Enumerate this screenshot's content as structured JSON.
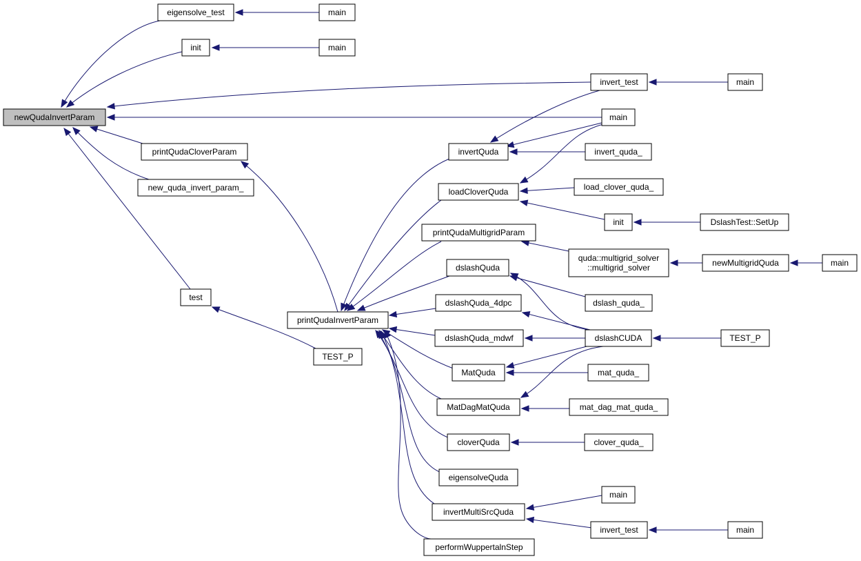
{
  "graph": {
    "nodes": [
      {
        "id": "newQudaInvertParam",
        "lines": [
          "newQudaInvertParam"
        ],
        "root": true
      },
      {
        "id": "eigensolve_test",
        "lines": [
          "eigensolve_test"
        ]
      },
      {
        "id": "main_eig",
        "lines": [
          "main"
        ]
      },
      {
        "id": "init_a",
        "lines": [
          "init"
        ]
      },
      {
        "id": "main_init",
        "lines": [
          "main"
        ]
      },
      {
        "id": "invert_test_a",
        "lines": [
          "invert_test"
        ]
      },
      {
        "id": "main_inv_a",
        "lines": [
          "main"
        ]
      },
      {
        "id": "main_direct",
        "lines": [
          "main"
        ]
      },
      {
        "id": "printQudaCloverParam",
        "lines": [
          "printQudaCloverParam"
        ]
      },
      {
        "id": "new_quda_invert_param_",
        "lines": [
          "new_quda_invert_param_"
        ]
      },
      {
        "id": "test",
        "lines": [
          "test"
        ]
      },
      {
        "id": "TEST_P_a",
        "lines": [
          "TEST_P"
        ]
      },
      {
        "id": "printQudaInvertParam",
        "lines": [
          "printQudaInvertParam"
        ]
      },
      {
        "id": "invertQuda",
        "lines": [
          "invertQuda"
        ]
      },
      {
        "id": "invert_quda_",
        "lines": [
          "invert_quda_"
        ]
      },
      {
        "id": "loadCloverQuda",
        "lines": [
          "loadCloverQuda"
        ]
      },
      {
        "id": "load_clover_quda_",
        "lines": [
          "load_clover_quda_"
        ]
      },
      {
        "id": "init_b",
        "lines": [
          "init"
        ]
      },
      {
        "id": "DslashTest_SetUp",
        "lines": [
          "DslashTest::SetUp"
        ]
      },
      {
        "id": "printQudaMultigridParam",
        "lines": [
          "printQudaMultigridParam"
        ]
      },
      {
        "id": "multigrid_solver",
        "lines": [
          "quda::multigrid_solver",
          "::multigrid_solver"
        ]
      },
      {
        "id": "newMultigridQuda",
        "lines": [
          "newMultigridQuda"
        ]
      },
      {
        "id": "main_mg",
        "lines": [
          "main"
        ]
      },
      {
        "id": "dslashQuda",
        "lines": [
          "dslashQuda"
        ]
      },
      {
        "id": "dslash_quda_",
        "lines": [
          "dslash_quda_"
        ]
      },
      {
        "id": "dslashQuda_4dpc",
        "lines": [
          "dslashQuda_4dpc"
        ]
      },
      {
        "id": "dslashQuda_mdwf",
        "lines": [
          "dslashQuda_mdwf"
        ]
      },
      {
        "id": "dslashCUDA",
        "lines": [
          "dslashCUDA"
        ]
      },
      {
        "id": "TEST_P_b",
        "lines": [
          "TEST_P"
        ]
      },
      {
        "id": "MatQuda",
        "lines": [
          "MatQuda"
        ]
      },
      {
        "id": "mat_quda_",
        "lines": [
          "mat_quda_"
        ]
      },
      {
        "id": "MatDagMatQuda",
        "lines": [
          "MatDagMatQuda"
        ]
      },
      {
        "id": "mat_dag_mat_quda_",
        "lines": [
          "mat_dag_mat_quda_"
        ]
      },
      {
        "id": "cloverQuda",
        "lines": [
          "cloverQuda"
        ]
      },
      {
        "id": "clover_quda_",
        "lines": [
          "clover_quda_"
        ]
      },
      {
        "id": "eigensolveQuda",
        "lines": [
          "eigensolveQuda"
        ]
      },
      {
        "id": "invertMultiSrcQuda",
        "lines": [
          "invertMultiSrcQuda"
        ]
      },
      {
        "id": "main_ms",
        "lines": [
          "main"
        ]
      },
      {
        "id": "invert_test_b",
        "lines": [
          "invert_test"
        ]
      },
      {
        "id": "main_inv_b",
        "lines": [
          "main"
        ]
      },
      {
        "id": "performWuppertalnStep",
        "lines": [
          "performWuppertalnStep"
        ]
      }
    ],
    "edges": [
      {
        "from": "eigensolve_test",
        "to": "newQudaInvertParam"
      },
      {
        "from": "main_eig",
        "to": "eigensolve_test"
      },
      {
        "from": "init_a",
        "to": "newQudaInvertParam"
      },
      {
        "from": "main_init",
        "to": "init_a"
      },
      {
        "from": "invert_test_a",
        "to": "newQudaInvertParam"
      },
      {
        "from": "main_inv_a",
        "to": "invert_test_a"
      },
      {
        "from": "main_direct",
        "to": "newQudaInvertParam"
      },
      {
        "from": "printQudaCloverParam",
        "to": "newQudaInvertParam"
      },
      {
        "from": "new_quda_invert_param_",
        "to": "newQudaInvertParam"
      },
      {
        "from": "test",
        "to": "newQudaInvertParam"
      },
      {
        "from": "TEST_P_a",
        "to": "test"
      },
      {
        "from": "printQudaInvertParam",
        "to": "printQudaCloverParam"
      },
      {
        "from": "invertQuda",
        "to": "printQudaInvertParam"
      },
      {
        "from": "invert_test_a",
        "to": "invertQuda"
      },
      {
        "from": "main_direct",
        "to": "invertQuda"
      },
      {
        "from": "invert_quda_",
        "to": "invertQuda"
      },
      {
        "from": "loadCloverQuda",
        "to": "printQudaInvertParam"
      },
      {
        "from": "main_direct",
        "to": "loadCloverQuda"
      },
      {
        "from": "load_clover_quda_",
        "to": "loadCloverQuda"
      },
      {
        "from": "init_b",
        "to": "loadCloverQuda"
      },
      {
        "from": "DslashTest_SetUp",
        "to": "init_b"
      },
      {
        "from": "printQudaMultigridParam",
        "to": "printQudaInvertParam"
      },
      {
        "from": "multigrid_solver",
        "to": "printQudaMultigridParam"
      },
      {
        "from": "newMultigridQuda",
        "to": "multigrid_solver"
      },
      {
        "from": "main_mg",
        "to": "newMultigridQuda"
      },
      {
        "from": "dslashQuda",
        "to": "printQudaInvertParam"
      },
      {
        "from": "dslash_quda_",
        "to": "dslashQuda"
      },
      {
        "from": "dslashCUDA",
        "to": "dslashQuda"
      },
      {
        "from": "dslashQuda_4dpc",
        "to": "printQudaInvertParam"
      },
      {
        "from": "dslashCUDA",
        "to": "dslashQuda_4dpc"
      },
      {
        "from": "dslashQuda_mdwf",
        "to": "printQudaInvertParam"
      },
      {
        "from": "dslashCUDA",
        "to": "dslashQuda_mdwf"
      },
      {
        "from": "TEST_P_b",
        "to": "dslashCUDA"
      },
      {
        "from": "MatQuda",
        "to": "printQudaInvertParam"
      },
      {
        "from": "dslashCUDA",
        "to": "MatQuda"
      },
      {
        "from": "mat_quda_",
        "to": "MatQuda"
      },
      {
        "from": "MatDagMatQuda",
        "to": "printQudaInvertParam"
      },
      {
        "from": "dslashCUDA",
        "to": "MatDagMatQuda"
      },
      {
        "from": "mat_dag_mat_quda_",
        "to": "MatDagMatQuda"
      },
      {
        "from": "cloverQuda",
        "to": "printQudaInvertParam"
      },
      {
        "from": "clover_quda_",
        "to": "cloverQuda"
      },
      {
        "from": "eigensolveQuda",
        "to": "printQudaInvertParam"
      },
      {
        "from": "invertMultiSrcQuda",
        "to": "printQudaInvertParam"
      },
      {
        "from": "main_ms",
        "to": "invertMultiSrcQuda"
      },
      {
        "from": "invert_test_b",
        "to": "invertMultiSrcQuda"
      },
      {
        "from": "main_inv_b",
        "to": "invert_test_b"
      },
      {
        "from": "performWuppertalnStep",
        "to": "printQudaInvertParam"
      }
    ]
  },
  "colors": {
    "edge": "#191970",
    "node_border": "#000000",
    "root_fill": "#bfbfbf",
    "node_fill": "#ffffff"
  }
}
